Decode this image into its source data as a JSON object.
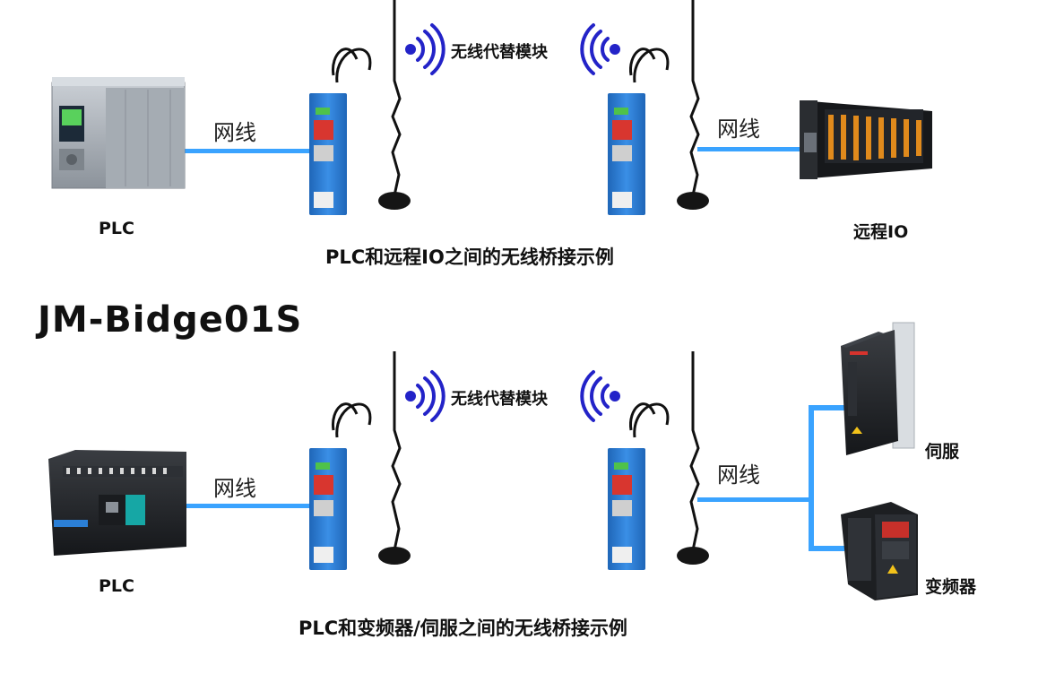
{
  "product_name": "JM-Bidge01S",
  "colors": {
    "cable": "#3aa3ff",
    "module_body": "#2b7fd6",
    "wifi_wave": "#2323c8"
  },
  "top": {
    "cable_label_left": "网线",
    "cable_label_right": "网线",
    "wireless_label": "无线代替模块",
    "device_left": "PLC",
    "device_right": "远程IO",
    "caption": "PLC和远程IO之间的无线桥接示例"
  },
  "bottom": {
    "cable_label_left": "网线",
    "cable_label_right": "网线",
    "wireless_label": "无线代替模块",
    "device_left": "PLC",
    "device_servo": "伺服",
    "device_inverter": "变频器",
    "caption": "PLC和变频器/伺服之间的无线桥接示例"
  }
}
